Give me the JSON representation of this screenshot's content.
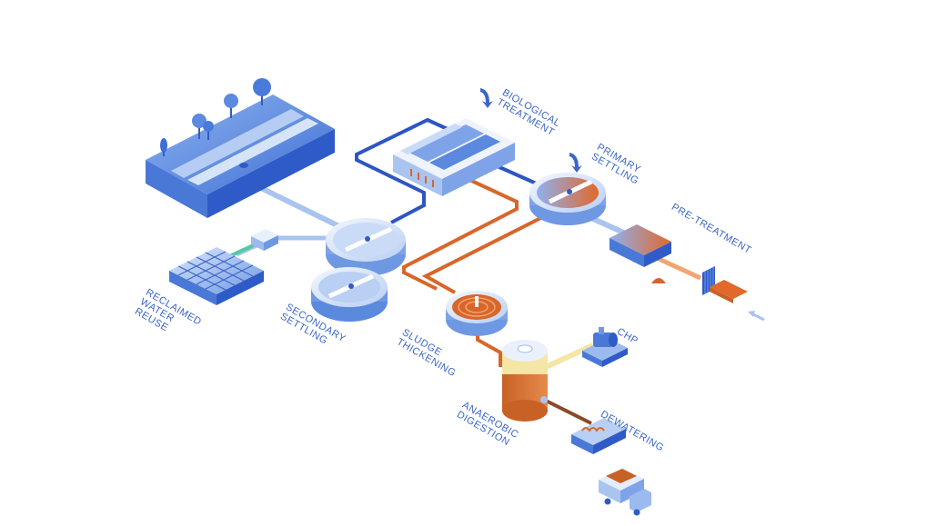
{
  "labels": {
    "biological_treatment": [
      "BIOLOGICAL",
      "TREATMENT"
    ],
    "primary_settling": [
      "PRIMARY",
      "SETTLING"
    ],
    "pre_treatment": [
      "PRE-TREATMENT"
    ],
    "reclaimed_water_reuse": [
      "RECLAIMED",
      "WATER",
      "REUSE"
    ],
    "secondary_settling": [
      "SECONDARY",
      "SETTLING"
    ],
    "sludge_thickening": [
      "SLUDGE",
      "THICKENING"
    ],
    "chp": [
      "CHP"
    ],
    "anaerobic_digestion": [
      "ANAEROBIC",
      "DIGESTION"
    ],
    "dewatering": [
      "DEWATERING"
    ]
  },
  "colors": {
    "accent_blue": "#3b66c9",
    "pipe_dark_blue": "#2e55c4",
    "pipe_light_blue": "#a9c4ee",
    "sludge_orange": "#d8662a",
    "reclaimed_green": "#56c9a3",
    "biogas_yellow": "#f5e6a6"
  },
  "icons": [
    "arrow-down-icon",
    "arrow-inflow-icon",
    "tree-icon",
    "truck-icon",
    "screen-icon",
    "pump-icon"
  ]
}
